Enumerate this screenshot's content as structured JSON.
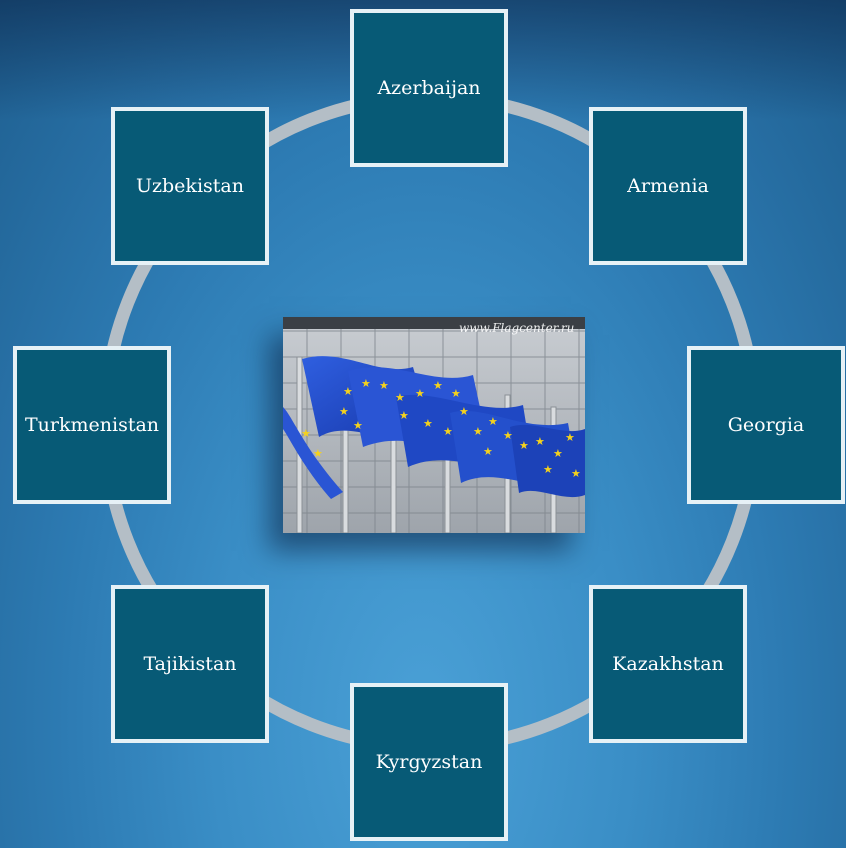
{
  "diagram": {
    "center_image": {
      "alt": "European Union flags",
      "watermark": "www.Flagcenter.ru"
    },
    "nodes": [
      "Azerbaijan",
      "Armenia",
      "Georgia",
      "Kazakhstan",
      "Kyrgyzstan",
      "Tajikistan",
      "Turkmenistan",
      "Uzbekistan"
    ]
  },
  "colors": {
    "background": "#2d7bb3",
    "node_fill": "#075a76",
    "node_border": "#e6f1f6",
    "ring": "#b4bec6",
    "flag_blue": "#1b47c8",
    "star_yellow": "#f5d21c"
  }
}
